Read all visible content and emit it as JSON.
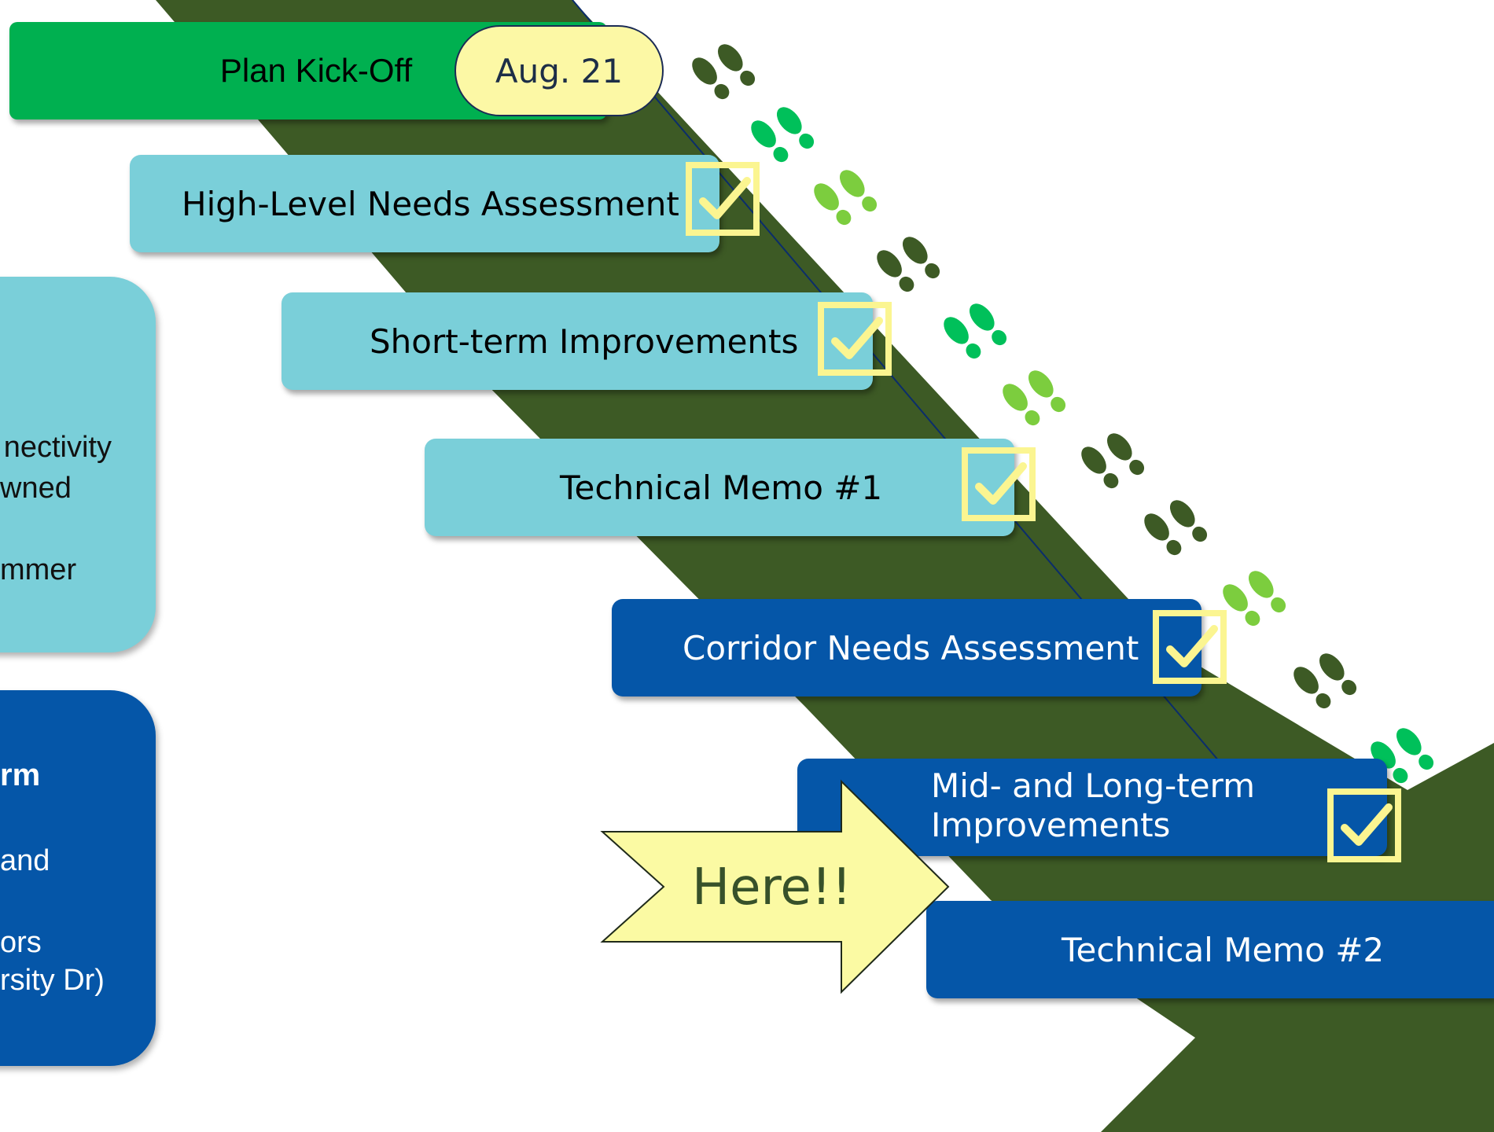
{
  "colors": {
    "path": "#3d5a25",
    "green": "#00b050",
    "light_blue": "#7acfd9",
    "dark_blue": "#0556a8",
    "pill": "#fcf8a5",
    "check": "#fbf591",
    "arrow": "#fbfaa3",
    "foot_dark": "#3d5a25",
    "foot_green": "#00c05a",
    "foot_light": "#7ccd3e"
  },
  "steps": [
    {
      "label": "Plan Kick-Off",
      "done": false
    },
    {
      "label": "High-Level Needs Assessment",
      "done": true
    },
    {
      "label": "Short-term Improvements",
      "done": true
    },
    {
      "label": "Technical Memo #1",
      "done": true
    },
    {
      "label": "Corridor Needs Assessment",
      "done": true
    },
    {
      "label": "Mid- and Long-term",
      "label2": "Improvements",
      "done": true
    },
    {
      "label": "Technical Memo #2",
      "done": false
    }
  ],
  "kickoff_date": "Aug. 21",
  "here_label": "Here!!",
  "side_panel_1": {
    "lines": [
      "nectivity",
      "wned",
      "mmer"
    ]
  },
  "side_panel_2": {
    "lines": [
      "rm",
      "and",
      "ors",
      "rsity Dr)"
    ]
  },
  "footprints": {
    "icon": "footprint-icon",
    "colors": [
      "dark",
      "green",
      "light",
      "dark",
      "green",
      "light",
      "dark",
      "dark",
      "light",
      "dark",
      "green"
    ]
  }
}
